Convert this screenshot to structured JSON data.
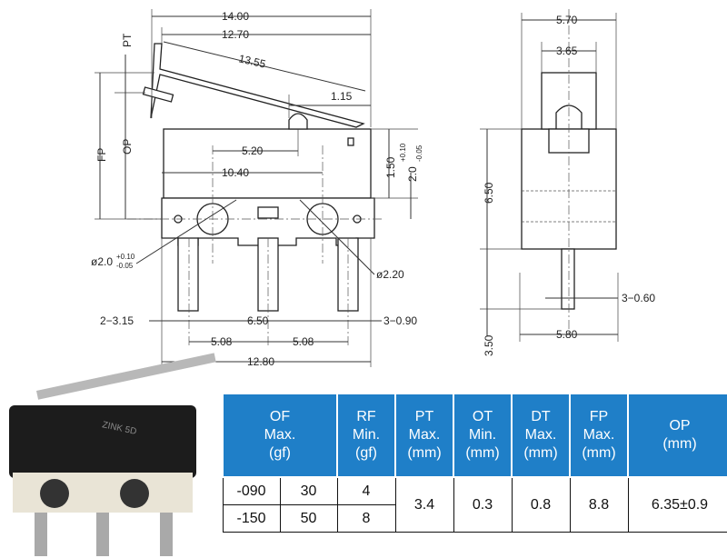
{
  "dims": {
    "width_total": "14.00",
    "lever_length": "12.70",
    "lever_diag": "13.55",
    "roller_offset": "1.15",
    "pt_label": "PT",
    "fp_label": "FP",
    "op_label": "OP",
    "hole_spacing_inner": "5.20",
    "hole_spacing_outer": "10.40",
    "height_1_50": "1.50",
    "height_2_0": "2.0",
    "tol_2_0_upper": "+0.10",
    "tol_2_0_lower": "-0.05",
    "hole_dia_left": "ø2.0",
    "tol_hole_upper": "+0.10",
    "tol_hole_lower": "-0.05",
    "hole_dia_right": "ø2.20",
    "pin_width_left": "2−3.15",
    "pin_pitch_650": "6.50",
    "pin_width_right": "3−0.90",
    "pin_pitch_a": "5.08",
    "pin_pitch_b": "5.08",
    "base_length": "12.80",
    "side_width": "5.70",
    "side_inner": "3.65",
    "side_height": "6.50",
    "pin_thickness": "3−0.60",
    "pin_length": "3.50",
    "side_base": "5.80"
  },
  "photo": {
    "marking": "ZINK 5D"
  },
  "table": {
    "headers": {
      "of": [
        "OF",
        "Max.",
        "(gf)"
      ],
      "rf": [
        "RF",
        "Min.",
        "(gf)"
      ],
      "pt": [
        "PT",
        "Max.",
        "(mm)"
      ],
      "ot": [
        "OT",
        "Min.",
        "(mm)"
      ],
      "dt": [
        "DT",
        "Max.",
        "(mm)"
      ],
      "fp": [
        "FP",
        "Max.",
        "(mm)"
      ],
      "op": [
        "OP",
        "(mm)"
      ]
    },
    "rows": [
      {
        "model": "-090",
        "of": "30",
        "rf": "4"
      },
      {
        "model": "-150",
        "of": "50",
        "rf": "8"
      }
    ],
    "shared": {
      "pt": "3.4",
      "ot": "0.3",
      "dt": "0.8",
      "fp": "8.8",
      "op": "6.35±0.9"
    }
  },
  "colors": {
    "header_blue": "#1f7fc8",
    "line": "#333333"
  }
}
